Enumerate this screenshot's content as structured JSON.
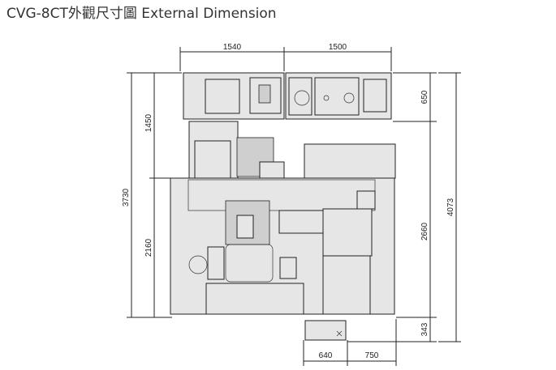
{
  "title": "CVG-8CT外觀尺寸圖 External Dimension",
  "dimensions": {
    "top_left": "1540",
    "top_right": "1500",
    "left_upper": "1450",
    "left_total": "3730",
    "left_lower": "2160",
    "right_top": "650",
    "right_middle": "2660",
    "right_total": "4073",
    "right_bottom": "343",
    "bottom_left": "640",
    "bottom_right": "750"
  }
}
